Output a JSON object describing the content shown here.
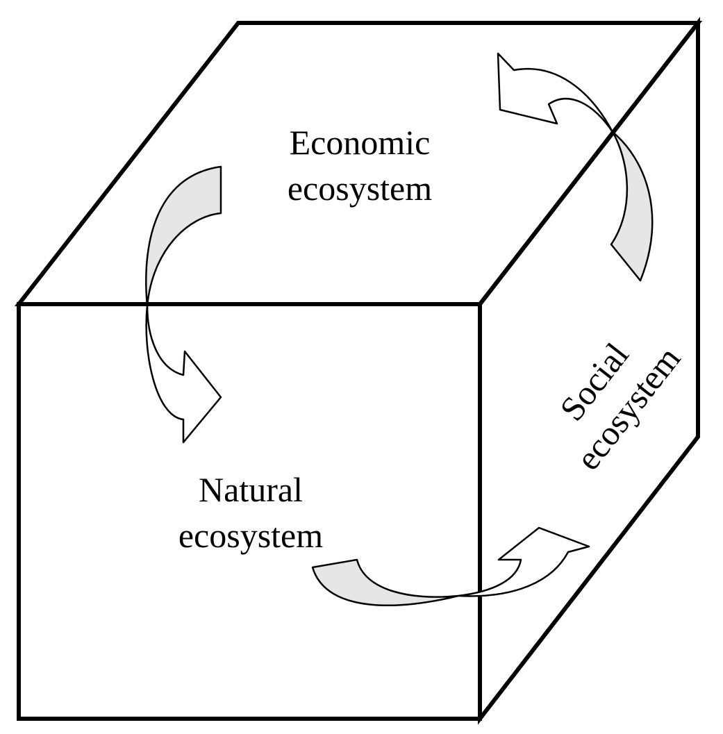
{
  "labels": {
    "economic_line1": "Economic",
    "economic_line2": "ecosystem",
    "social_line1": "Social",
    "social_line2": "ecosystem",
    "natural_line1": "Natural",
    "natural_line2": "ecosystem"
  },
  "colors": {
    "line": "#000000",
    "arrow_fill": "#e6e6e6",
    "background": "#ffffff"
  }
}
